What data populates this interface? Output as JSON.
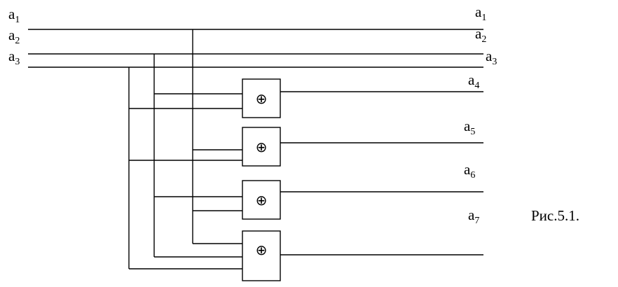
{
  "inputs": [
    {
      "base": "a",
      "sub": "1"
    },
    {
      "base": "a",
      "sub": "2"
    },
    {
      "base": "a",
      "sub": "3"
    }
  ],
  "outputs": [
    {
      "base": "a",
      "sub": "1"
    },
    {
      "base": "a",
      "sub": "2"
    },
    {
      "base": "a",
      "sub": "3"
    },
    {
      "base": "a",
      "sub": "4"
    },
    {
      "base": "a",
      "sub": "5"
    },
    {
      "base": "a",
      "sub": "6"
    },
    {
      "base": "a",
      "sub": "7"
    }
  ],
  "xor_symbol": "⊕",
  "caption": "Рис.5.1."
}
